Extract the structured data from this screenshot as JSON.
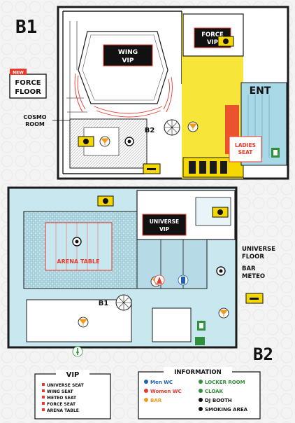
{
  "floors": {
    "b1": {
      "label": "B1",
      "zones": {
        "wing_vip": [
          "WING",
          "VIP"
        ],
        "force_vip": [
          "FORCE",
          "VIP"
        ],
        "ent": "ENT",
        "cosmo_room": [
          "COSMO",
          "ROOM"
        ],
        "ladies_seat": [
          "LADIES",
          "SEAT"
        ],
        "stair_b2": "B2"
      },
      "force_floor_tag": {
        "badge": "NEW",
        "lines": [
          "FORCE",
          "FLOOR"
        ]
      }
    },
    "b2": {
      "label": "B2",
      "zones": {
        "universe_vip": [
          "UNIVERSE",
          "VIP"
        ],
        "arena_table": "ARENA TABLE",
        "universe_floor": [
          "UNIVERSE",
          "FLOOR"
        ],
        "bar_meteo": [
          "BAR",
          "METEO"
        ],
        "stair_b1": "B1"
      }
    }
  },
  "vip_legend": {
    "title": "VIP",
    "items": [
      {
        "label": "UNIVERSE SEAT",
        "color": "#e8392c"
      },
      {
        "label": "WING SEAT",
        "color": "#e8392c"
      },
      {
        "label": "METEO SEAT",
        "color": "#e8392c"
      },
      {
        "label": "FORCE SEAT",
        "color": "#e8392c"
      },
      {
        "label": "ARENA TABLE",
        "color": "#e8392c"
      }
    ]
  },
  "info_legend": {
    "title": "INFORMATION",
    "items": [
      {
        "label": "Men WC",
        "color": "#1f5fb8",
        "icon": "man-icon"
      },
      {
        "label": "LOCKER ROOM",
        "color": "#2f8f3a",
        "icon": "key-icon"
      },
      {
        "label": "Women WC",
        "color": "#e8392c",
        "icon": "woman-icon"
      },
      {
        "label": "CLOAK",
        "color": "#2f8f3a",
        "icon": "cloak-icon"
      },
      {
        "label": "BAR",
        "color": "#f39a1b",
        "icon": "cocktail-icon"
      },
      {
        "label": "DJ BOOTH",
        "color": "#111111",
        "icon": "dj-icon"
      },
      {
        "label": "SMOKING AREA",
        "color": "#111111",
        "icon": "smoking-icon"
      }
    ]
  },
  "colors": {
    "wall": "#1b1b1b",
    "b1_floor": "#ffffff",
    "b2_floor": "#c9e7ef",
    "force_floor": "#f7e53a",
    "ent_area": "#a9d8e6",
    "accent_red": "#e8392c",
    "accent_yellow": "#f4d800",
    "vip_block": "#111111"
  }
}
